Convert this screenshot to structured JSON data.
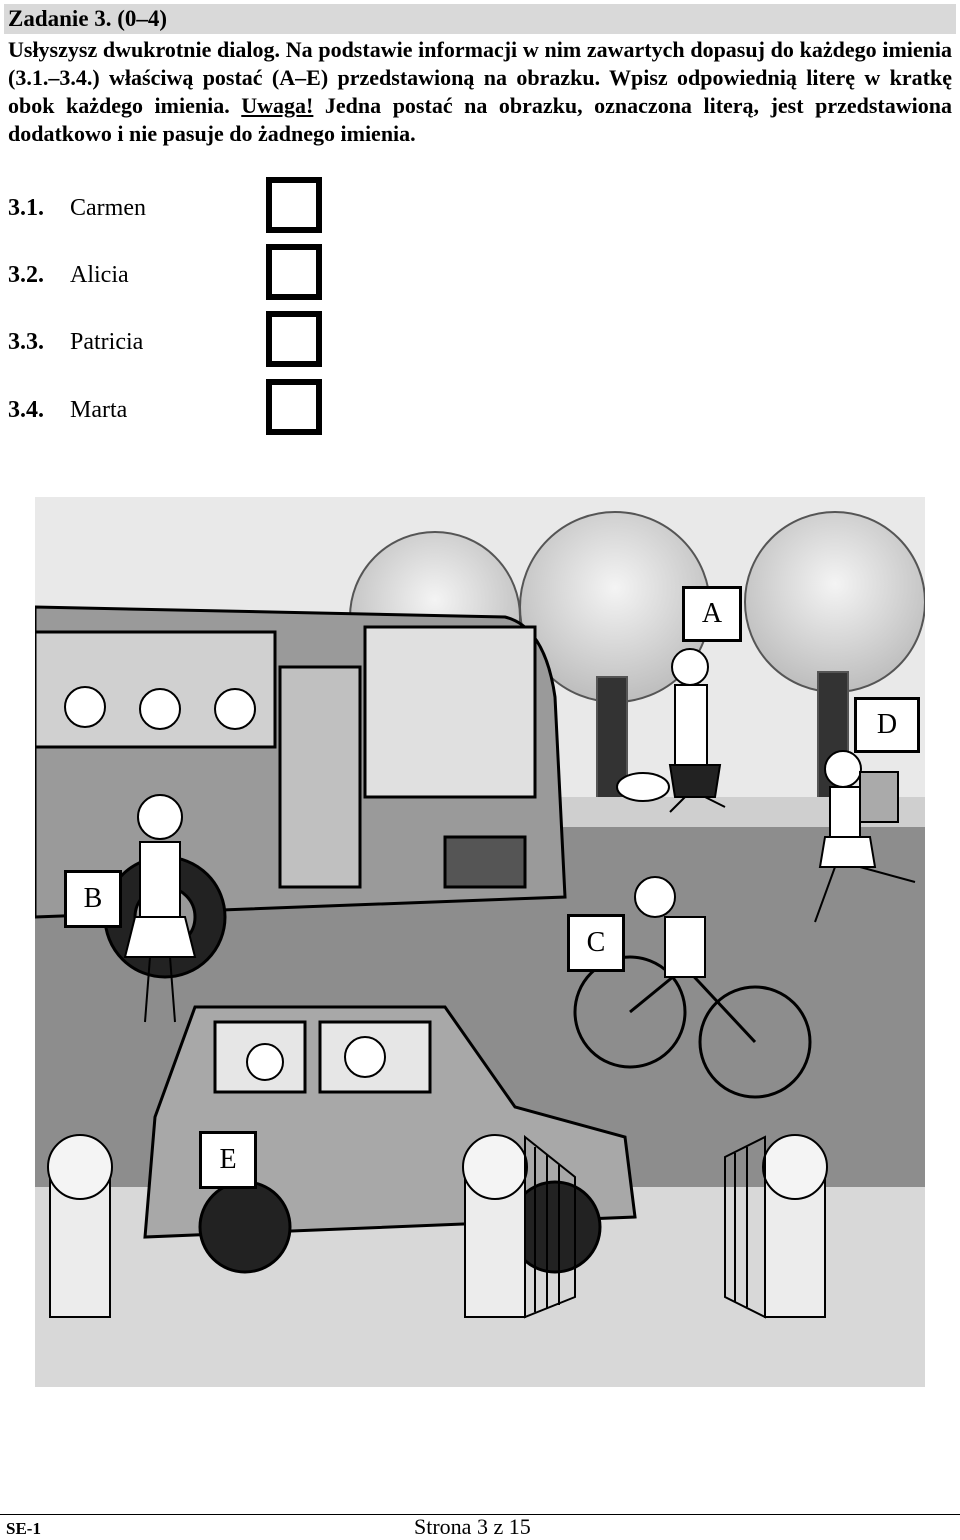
{
  "header": {
    "title": "Zadanie 3. (0–4)"
  },
  "instructions": {
    "part1": "Usłyszysz dwukrotnie dialog. Na podstawie informacji w nim zawartych dopasuj do każdego imienia (3.1.–3.4.) właściwą postać (A–E) przedstawioną na obrazku. Wpisz odpowiednią literę w kratkę obok każdego imienia. ",
    "warning": "Uwaga!",
    "part2": " Jedna postać na obrazku, oznaczona literą, jest przedstawiona dodatkowo i nie pasuje do żadnego imienia."
  },
  "items": [
    {
      "number": "3.1.",
      "name": "Carmen"
    },
    {
      "number": "3.2.",
      "name": "Alicia"
    },
    {
      "number": "3.3.",
      "name": "Patricia"
    },
    {
      "number": "3.4.",
      "name": "Marta"
    }
  ],
  "picture_labels": {
    "a": "A",
    "b": "B",
    "c": "C",
    "d": "D",
    "e": "E"
  },
  "footer": {
    "code": "SE-1",
    "page": "Strona 3 z 15"
  }
}
